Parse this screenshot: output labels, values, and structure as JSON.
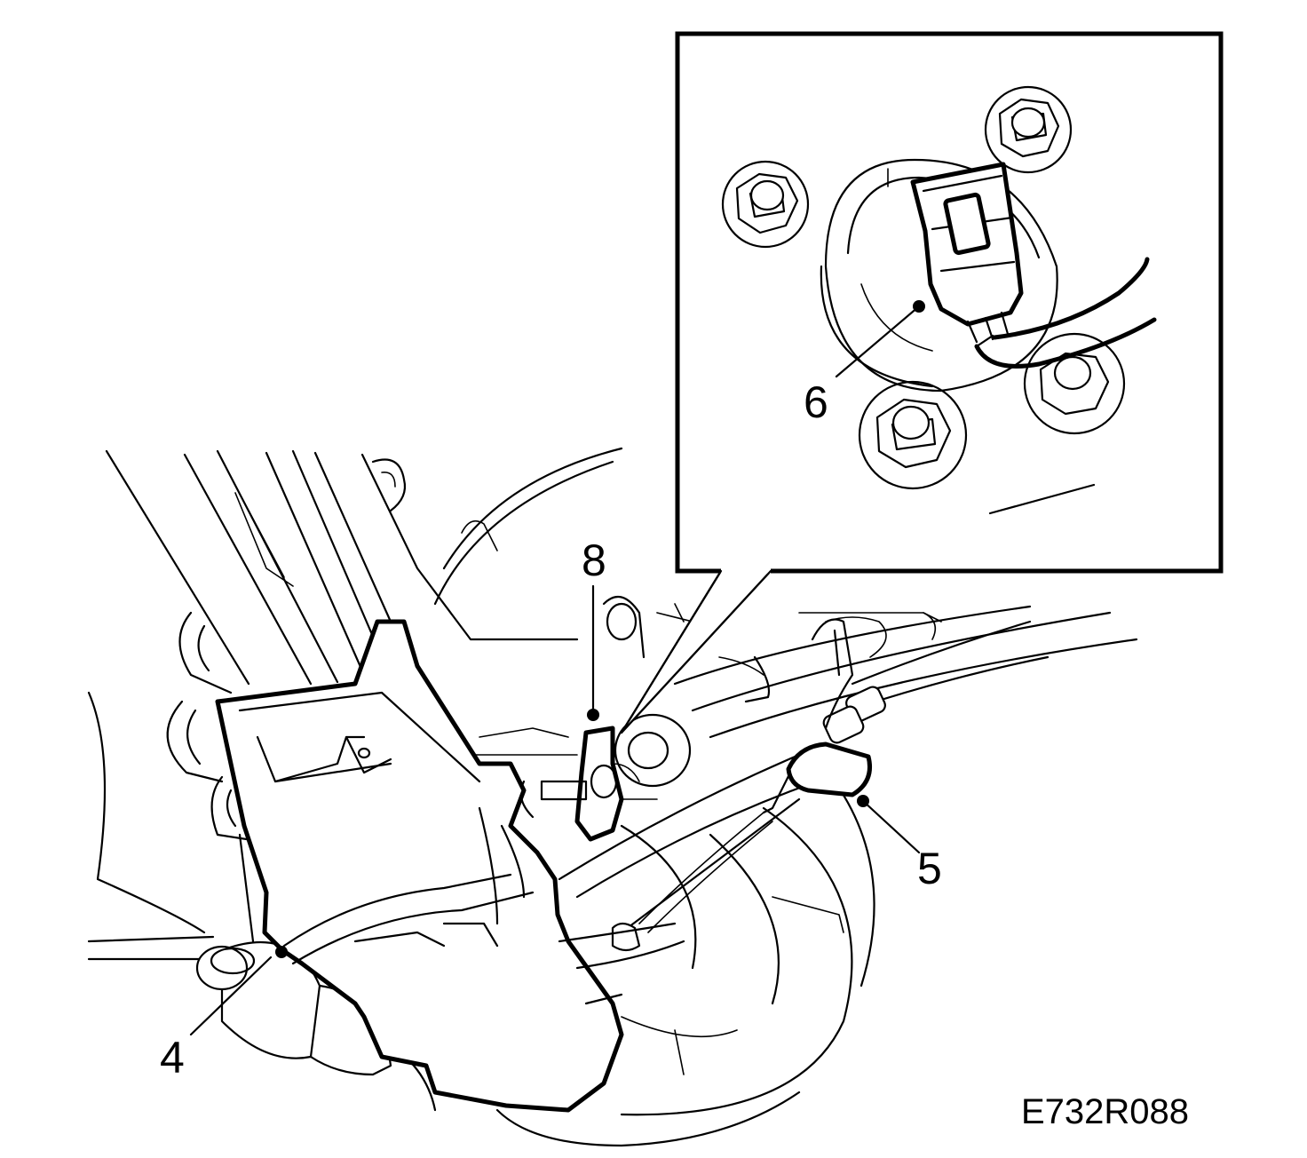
{
  "callouts": {
    "c4": "4",
    "c5": "5",
    "c6": "6",
    "c8": "8"
  },
  "figure_code": "E732R088",
  "colors": {
    "ink": "#000000",
    "paper": "#ffffff"
  }
}
